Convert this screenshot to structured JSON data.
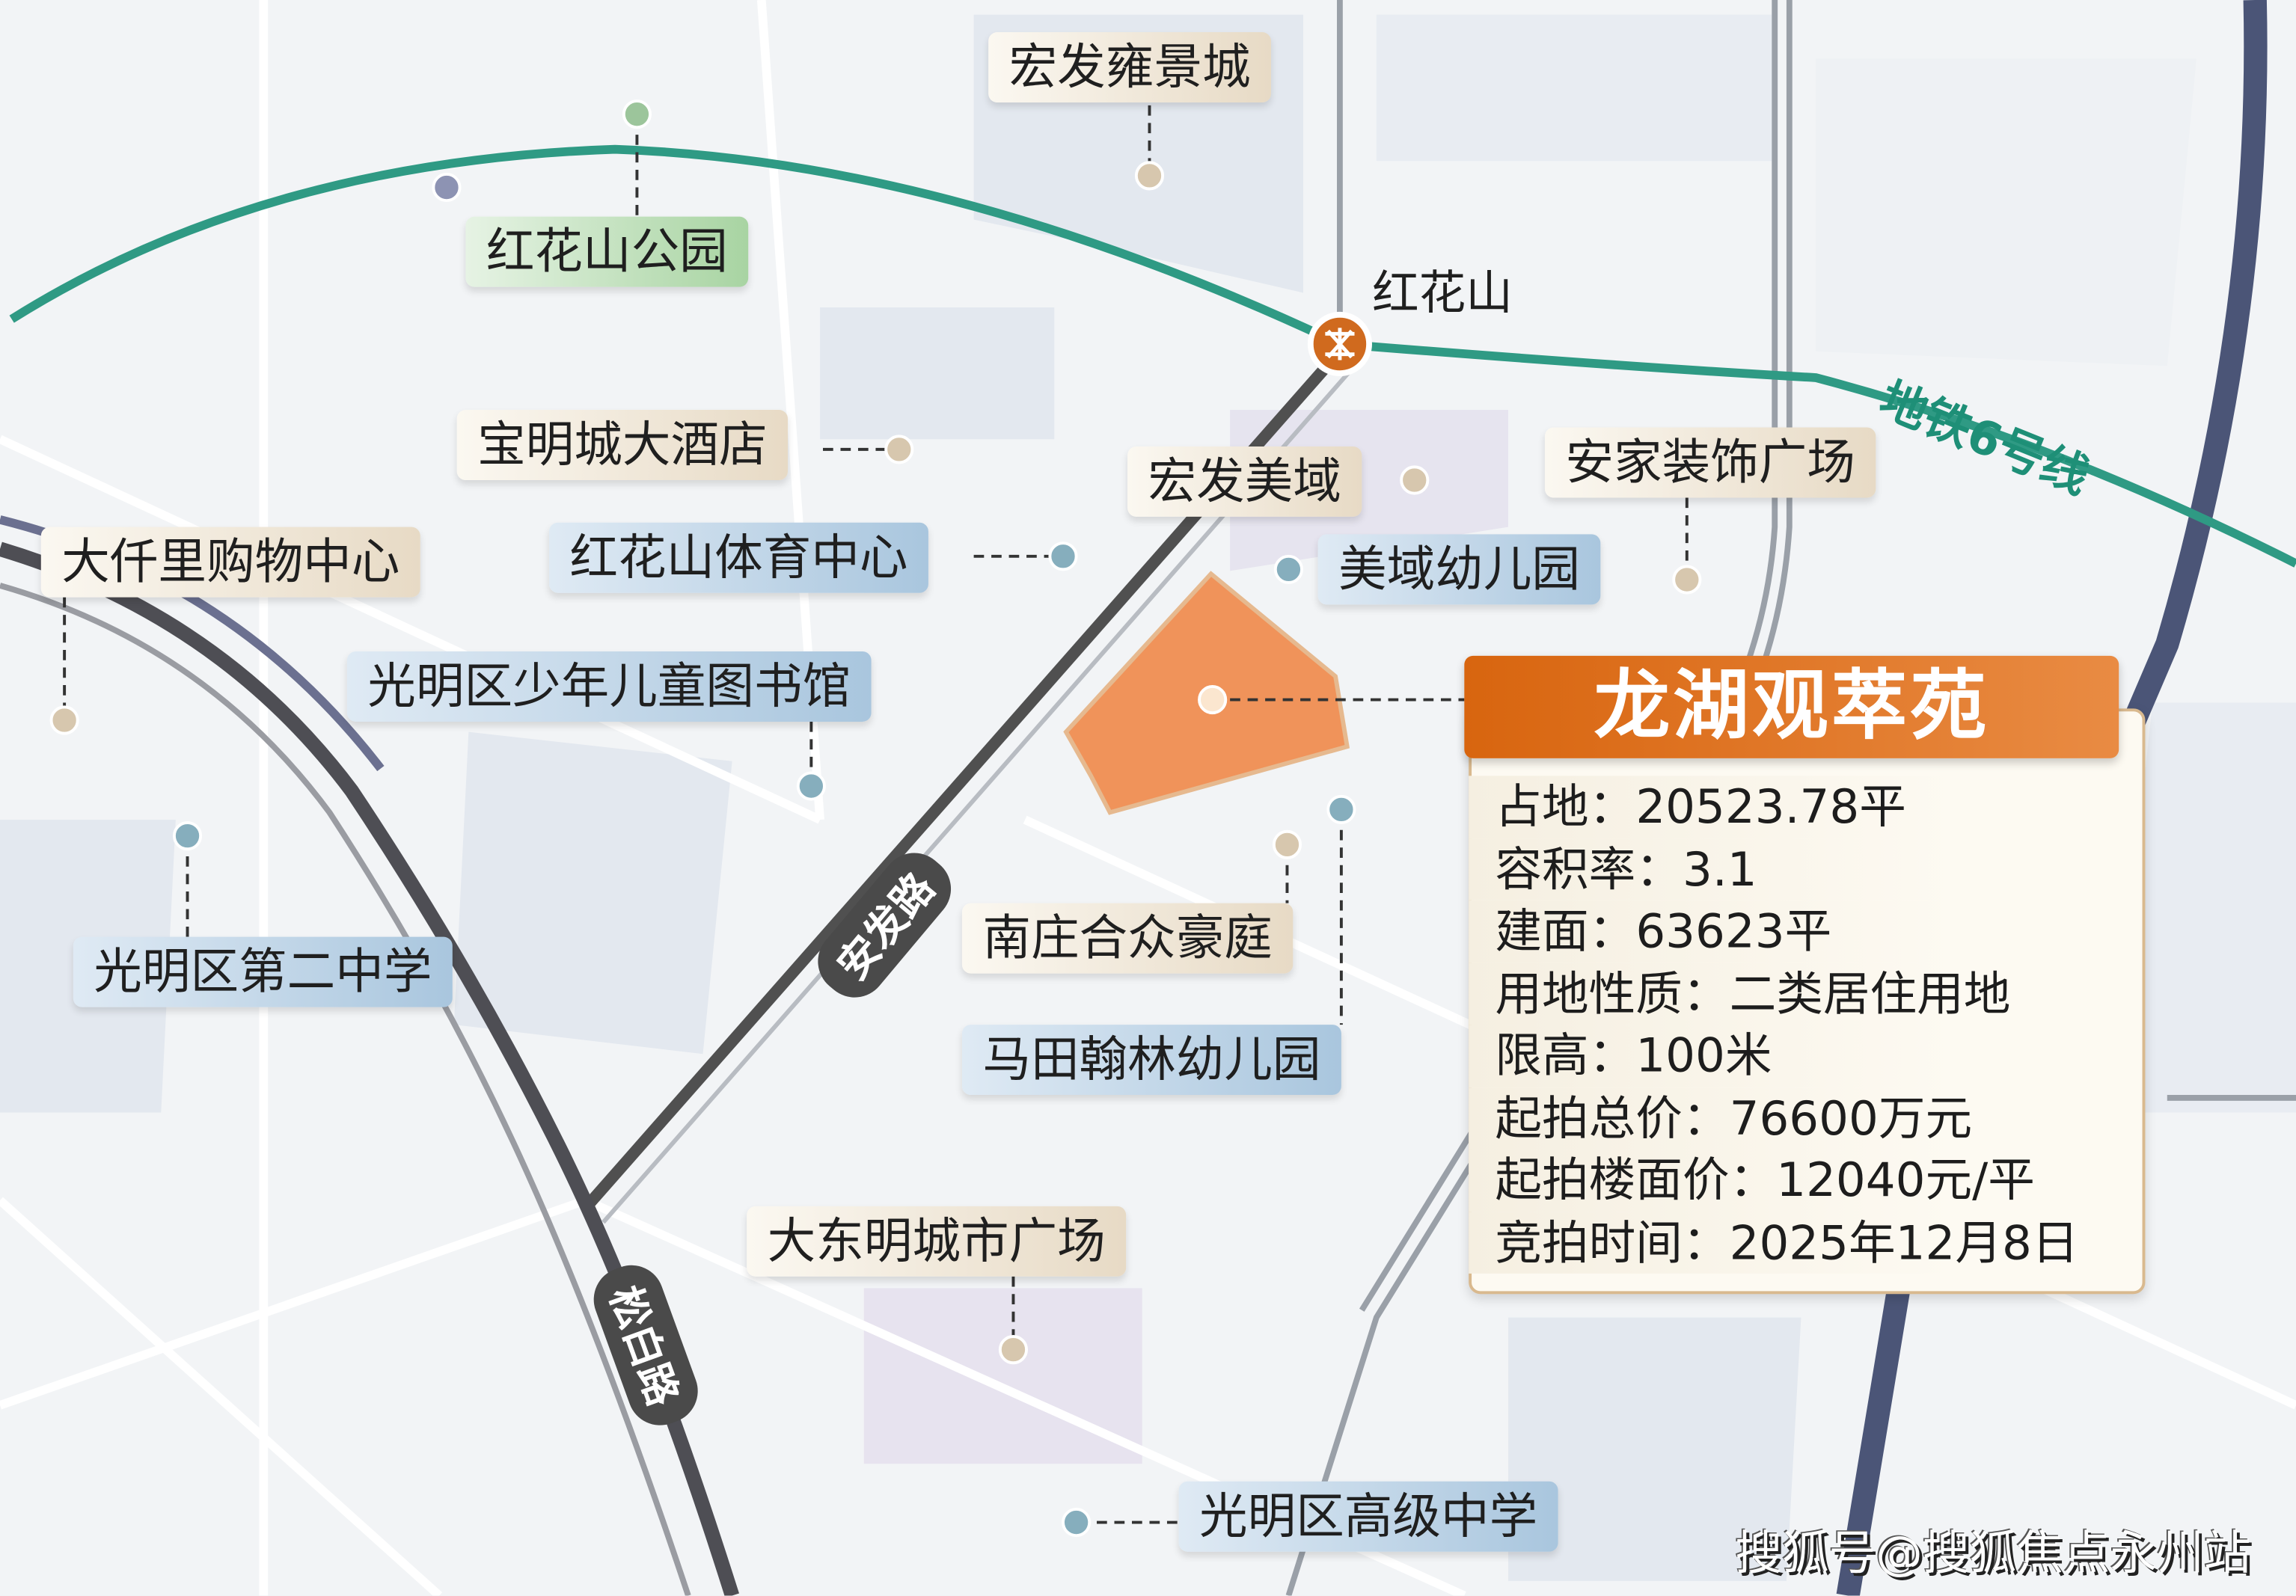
{
  "project": {
    "name": "龙湖观萃苑",
    "details": [
      {
        "label": "占地：",
        "value": "20523.78平"
      },
      {
        "label": "容积率：",
        "value": "3.1"
      },
      {
        "label": "建面：",
        "value": "63623平"
      },
      {
        "label": "用地性质：",
        "value": "二类居住用地"
      },
      {
        "label": "限高：",
        "value": "100米"
      },
      {
        "label": "起拍总价：",
        "value": "76600万元"
      },
      {
        "label": "起拍楼面价：",
        "value": "12040元/平"
      },
      {
        "label": "竞拍时间：",
        "value": "2025年12月8日"
      }
    ]
  },
  "pois": {
    "hongfa_yongjing": "宏发雍景城",
    "honghuashan_park": "红花山公园",
    "baoming_hotel": "宝明城大酒店",
    "hongfa_meiyu": "宏发美域",
    "anjia_plaza": "安家装饰广场",
    "daqianli_mall": "大仟里购物中心",
    "honghuashan_sports": "红花山体育中心",
    "meiyu_kindergarten": "美域幼儿园",
    "children_library": "光明区少年儿童图书馆",
    "second_middle_school": "光明区第二中学",
    "nanzhuang_haoting": "南庄合众豪庭",
    "matian_kindergarten": "马田翰林幼儿园",
    "dadongming_plaza": "大东明城市广场",
    "senior_high_school": "光明区高级中学"
  },
  "metro": {
    "station": "红花山",
    "line": "地铁6号线",
    "color": "#2f9a84"
  },
  "roads": {
    "anfa": "安发路",
    "songbai": "松白路"
  },
  "colors": {
    "parcel": "#f0935a",
    "accent": "#e0711f"
  },
  "watermark": "搜狐号@搜狐焦点永州站"
}
